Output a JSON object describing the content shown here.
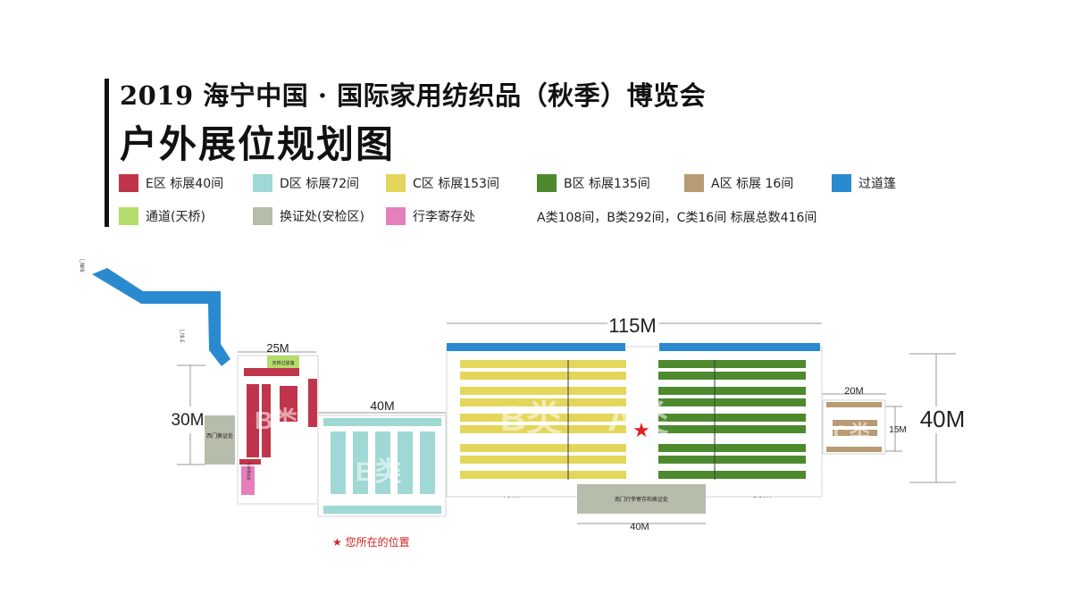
{
  "title": {
    "line1": "2019 海宁中国 · 国际家用纺织品（秋季）博览会",
    "line2": "户外展位规划图"
  },
  "legend": [
    {
      "label": "E区  标展40间",
      "color": "#c0354b",
      "icon": "e-zone-swatch"
    },
    {
      "label": "D区  标展72间",
      "color": "#9fd8d4",
      "icon": "d-zone-swatch"
    },
    {
      "label": "C区  标展153间",
      "color": "#e3d65a",
      "icon": "c-zone-swatch"
    },
    {
      "label": "B区  标展135间",
      "color": "#4d8a2e",
      "icon": "b-zone-swatch"
    },
    {
      "label": "A区  标展 16间",
      "color": "#b89b74",
      "icon": "a-zone-swatch"
    },
    {
      "label": "过道篷",
      "color": "#2a8ad0",
      "icon": "walkway-canopy-swatch"
    },
    {
      "label": "通道(天桥)",
      "color": "#b5dc6a",
      "icon": "bridge-swatch"
    },
    {
      "label": "换证处(安检区)",
      "color": "#b6bdab",
      "icon": "badge-office-swatch"
    },
    {
      "label": "行李寄存处",
      "color": "#e57fbd",
      "icon": "luggage-swatch"
    }
  ],
  "summary": "A类108间，B类292间，C类16间   标展总数416间",
  "map": {
    "dims": {
      "overall_width": "115M",
      "e_zone_width": "25M",
      "d_zone_width": "40M",
      "left_height": "30M",
      "right_height": "40M",
      "c_zone_width": "20M",
      "c_zone_height": "15M",
      "bottom_left": "40M",
      "bottom_center": "40M",
      "bottom_right": "35M"
    },
    "zone_labels": {
      "e_zone": "B类",
      "d_zone": "B类",
      "c_zone_area": "B类",
      "b_zone_area": "A类",
      "a_zone": "C类"
    },
    "facilities": {
      "bridge": "天桥过道篷",
      "west_gate_office": "西门换证处",
      "luggage": "行李寄存处",
      "south_gate_office": "南门行李寄存和换证处"
    },
    "gates": [
      "东南门",
      "丁东门"
    ],
    "you_are_here": "★ 您所在的位置"
  }
}
